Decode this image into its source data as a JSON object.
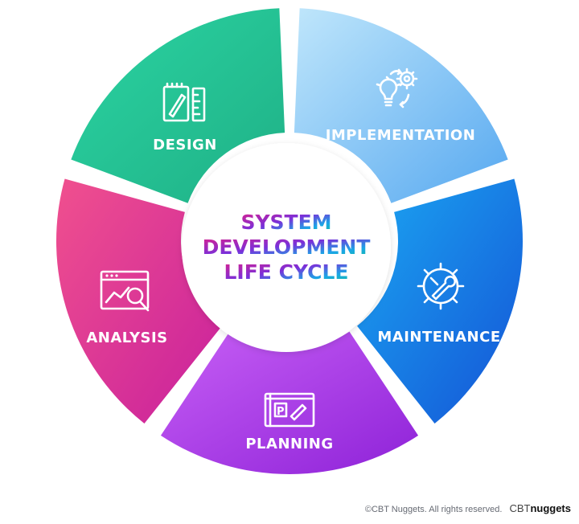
{
  "center": {
    "line1": "SYSTEM",
    "line2": "DEVELOPMENT",
    "line3": "LIFE CYCLE"
  },
  "segments": [
    {
      "label": "DESIGN",
      "icon": "design-ruler-pencil-icon",
      "colors": [
        "#2bd4a2",
        "#1fb086"
      ]
    },
    {
      "label": "IMPLEMENTATION",
      "icon": "lightbulb-gear-icon",
      "colors": [
        "#bfe6fb",
        "#56a8f0"
      ]
    },
    {
      "label": "MAINTENANCE",
      "icon": "wrench-gear-icon",
      "colors": [
        "#1ba7f2",
        "#1453d6"
      ]
    },
    {
      "label": "PLANNING",
      "icon": "blueprint-icon",
      "colors": [
        "#c75ff5",
        "#8e22d8"
      ]
    },
    {
      "label": "ANALYSIS",
      "icon": "analytics-magnifier-icon",
      "colors": [
        "#f0508e",
        "#c8209d"
      ]
    }
  ],
  "footer": {
    "copyright": "©CBT Nuggets. All rights reserved.",
    "brand_prefix": "CBT",
    "brand_suffix": "nuggets"
  },
  "colors": {
    "title_gradient": [
      "#e0208a",
      "#7b2fd9",
      "#1aa6e6",
      "#12c0a0"
    ]
  }
}
